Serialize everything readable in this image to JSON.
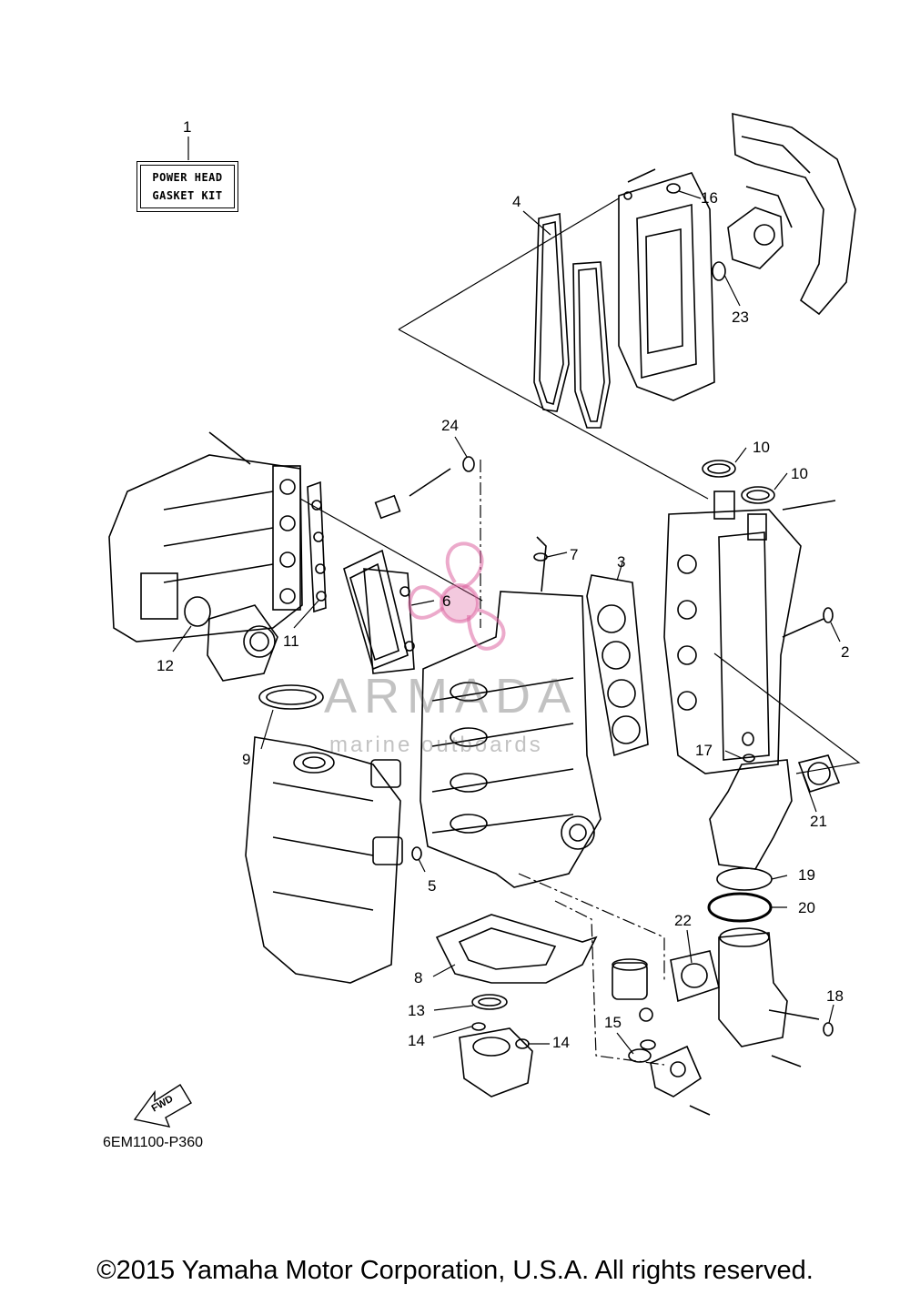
{
  "kit_label": {
    "line1": "POWER HEAD",
    "line2": "GASKET KIT"
  },
  "callouts": [
    "1",
    "2",
    "3",
    "4",
    "5",
    "6",
    "7",
    "8",
    "9",
    "10",
    "10",
    "11",
    "12",
    "13",
    "14",
    "14",
    "15",
    "16",
    "17",
    "18",
    "19",
    "20",
    "21",
    "22",
    "23",
    "24"
  ],
  "diagram_code": "6EM1100-P360",
  "fwd_label": "FWD",
  "watermark": {
    "brand": "ARMADA",
    "tagline": "marine outboards"
  },
  "copyright": "©2015 Yamaha Motor Corporation, U.S.A. All rights reserved."
}
